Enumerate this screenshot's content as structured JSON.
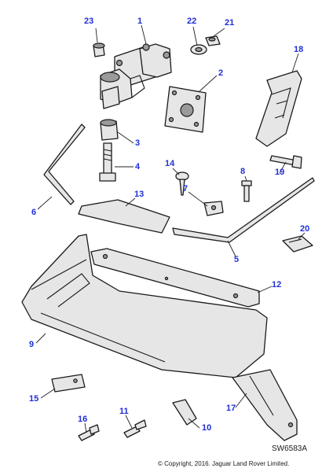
{
  "diagram": {
    "labels": {
      "l1": "1",
      "l2": "2",
      "l3": "3",
      "l4": "4",
      "l5": "5",
      "l6": "6",
      "l7": "7",
      "l8": "8",
      "l9": "9",
      "l10": "10",
      "l11": "11",
      "l12": "12",
      "l13": "13",
      "l14": "14",
      "l15": "15",
      "l16": "16",
      "l17": "17",
      "l18": "18",
      "l19": "19",
      "l20": "20",
      "l21": "21",
      "l22": "22",
      "l23": "23"
    },
    "label_color": "#1f2fd6",
    "copyright": "© Copyright, 2016. Jaguar Land Rover Limited.",
    "figure_code": "SW6583A"
  }
}
